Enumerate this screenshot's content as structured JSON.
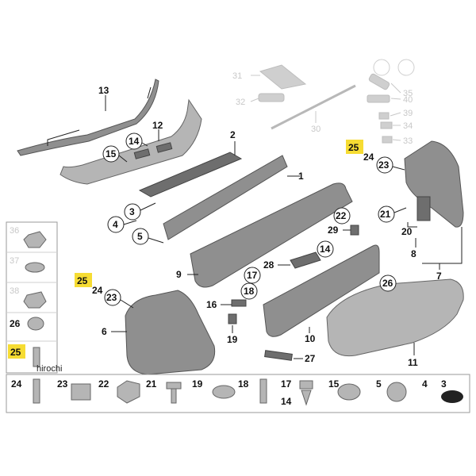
{
  "labels": {
    "n1": "1",
    "n2": "2",
    "n3": "3",
    "n4": "4",
    "n5": "5",
    "n6": "6",
    "n7": "7",
    "n8": "8",
    "n9": "9",
    "n10": "10",
    "n11": "11",
    "n12": "12",
    "n13": "13",
    "n14a": "14",
    "n14b": "14",
    "n15": "15",
    "n16": "16",
    "n17": "17",
    "n18": "18",
    "n19": "19",
    "n20": "20",
    "n21": "21",
    "n22": "22",
    "n23a": "23",
    "n23b": "23",
    "n24a": "24",
    "n24b": "24",
    "n25a": "25",
    "n25b": "25",
    "n26": "26",
    "n27": "27",
    "n28": "28",
    "n29": "29",
    "n30": "30",
    "n31": "31",
    "n32": "32",
    "n33": "33",
    "n34": "34",
    "n35": "35",
    "n36": "36",
    "n37": "37",
    "n38": "38",
    "n39": "39",
    "n40": "40"
  },
  "left_column": {
    "faded": [
      "36",
      "37",
      "38"
    ],
    "items": [
      "26",
      "25"
    ]
  },
  "bottom_row": [
    "24",
    "23",
    "22",
    "21",
    "19",
    "18",
    "17",
    "14",
    "15",
    "5",
    "4",
    "3"
  ],
  "watermark": "hirochi",
  "colors": {
    "highlight": "#f6dc33"
  }
}
